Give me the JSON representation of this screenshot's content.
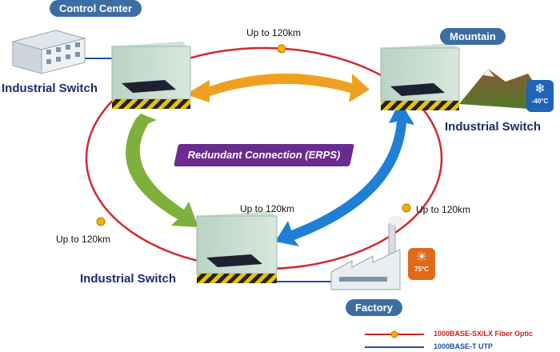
{
  "locations": {
    "control_center": "Control Center",
    "mountain": "Mountain",
    "factory": "Factory"
  },
  "switches": {
    "top_left": "Industrial Switch",
    "top_right": "Industrial Switch",
    "bottom": "Industrial Switch"
  },
  "distances": {
    "top": "Up to 120km",
    "center": "Up to 120km",
    "right": "Up to 120km",
    "left": "Up to 120km"
  },
  "banner": "Redundant Connection (ERPS)",
  "badges": {
    "cold": {
      "value": "-40°C",
      "icon": "snowflake-thermometer-icon",
      "color": "#1f64b8"
    },
    "hot": {
      "value": "75°C",
      "icon": "sun-thermometer-icon",
      "color": "#e06a1a"
    }
  },
  "legend": {
    "fiber": {
      "label": "1000BASE-SX/LX Fiber Optic",
      "color": "#cc1f1f"
    },
    "utp": {
      "label": "1000BASE-T UTP",
      "color": "#1f4fa0"
    }
  },
  "colors": {
    "orange_arrow": "#f0a020",
    "green_arrow": "#7fb03c",
    "blue_arrow": "#1f7fd6",
    "ring": "#d02a2a",
    "switch_label": "#1b2d6b"
  }
}
